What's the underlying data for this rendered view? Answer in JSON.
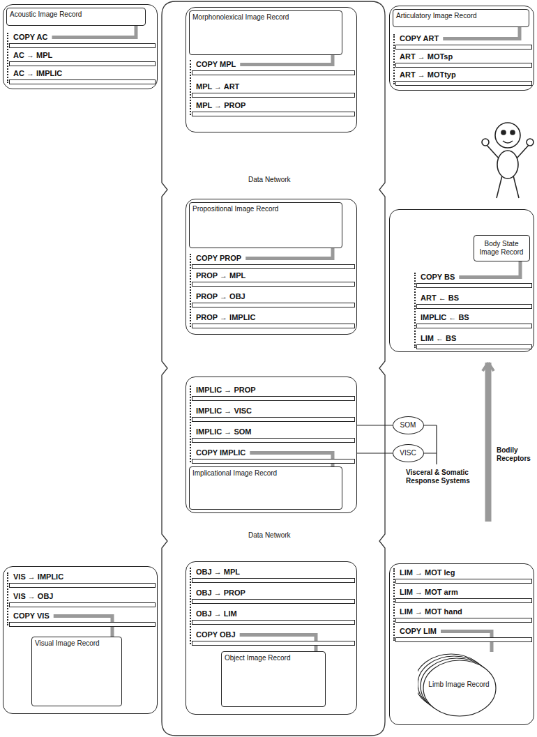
{
  "diagram": {
    "nodes": [
      {
        "text": [
          "COPY AC",
          "AC → MPL",
          "AC → IMPLIC"
        ]
      },
      {
        "text": [
          "Acoustic Image Record"
        ],
        "in": 0
      },
      {
        "text": [
          "COPY MPL",
          "MPL → ART",
          "MPL → PROP"
        ]
      },
      {
        "text": [
          "Morphonolexical Image Record"
        ],
        "in": 2
      },
      {
        "text": [
          "COPY ART",
          "ART → MOTsp",
          "ART → MOTtyp"
        ]
      },
      {
        "text": [
          "Articulatory Image Record"
        ],
        "in": 4
      },
      {
        "text": [
          "COPY PROP",
          "PROP → MPL",
          "PROP → OBJ",
          "PROP → IMPLIC"
        ]
      },
      {
        "text": [
          "Propositional Image Record"
        ],
        "in": 6
      },
      {
        "text": [
          "COPY BS",
          "ART ← BS",
          "IMPLIC ← BS",
          "LIM ← BS"
        ]
      },
      {
        "text": [
          "Body State Image Record"
        ],
        "in": 8
      },
      {
        "text": [
          "IMPLIC → PROP",
          "IMPLIC → VISC",
          "IMPLIC → SOM",
          "COPY IMPLIC"
        ]
      },
      {
        "text": [
          "Implicational Image Record"
        ],
        "in": 10
      },
      {
        "text": [
          "SOM"
        ]
      },
      {
        "text": [
          "VISC"
        ]
      },
      {
        "text": [
          "VIS → IMPLIC",
          "VIS → OBJ",
          "COPY VIS"
        ]
      },
      {
        "text": [
          "Visual Image Record"
        ],
        "in": 14
      },
      {
        "text": [
          "OBJ → MPL",
          "OBJ → PROP",
          "OBJ → LIM",
          "COPY OBJ"
        ]
      },
      {
        "text": [
          "Object Image Record"
        ],
        "in": 16
      },
      {
        "text": [
          "LIM → MOT leg",
          "LIM → MOT arm",
          "LIM → MOT hand",
          "COPY LIM"
        ]
      },
      {
        "text": [
          "Limb Image Record"
        ],
        "in": 18
      }
    ],
    "edges": [
      {
        "from": 10,
        "to": 12,
        "arrow": "none"
      },
      {
        "from": 10,
        "to": 13,
        "arrow": "none"
      }
    ],
    "labels": [
      "Data Network",
      "Data Network",
      "Bodily Receptors",
      "Visceral & Somatic Response Systems"
    ]
  }
}
